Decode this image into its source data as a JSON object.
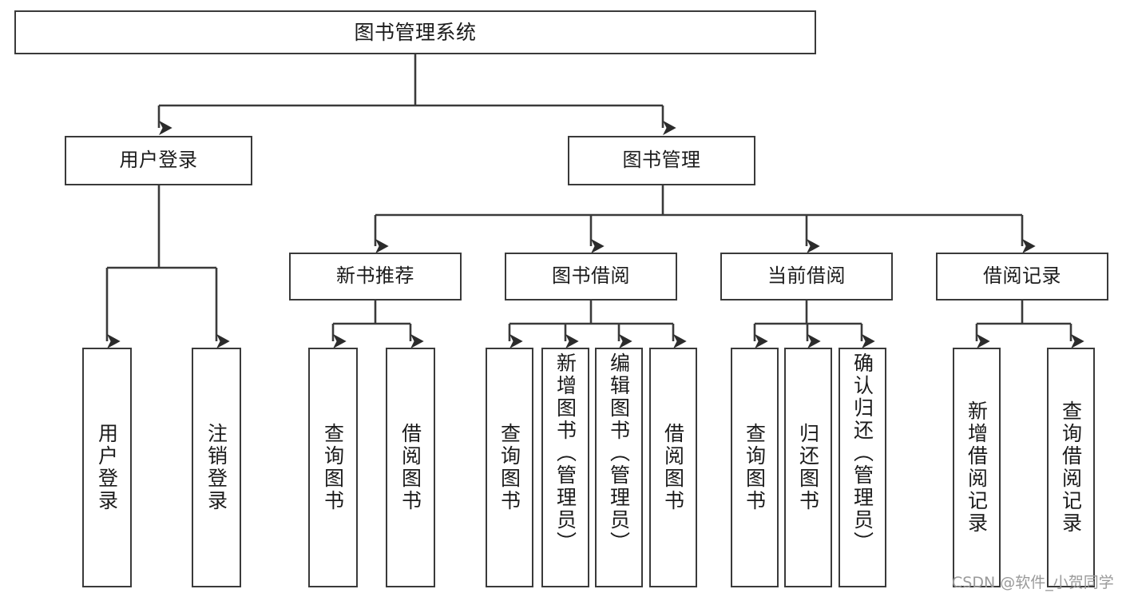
{
  "diagram": {
    "type": "tree-hierarchy-chart",
    "title": "图书管理系统",
    "line_color": "#3a3a3a",
    "box_fill": "#ffffff",
    "text_color": "#1b1b1b",
    "watermark": "CSDN @软件_小贺同学",
    "root": {
      "label": "图书管理系统"
    },
    "level2": [
      {
        "label": "用户登录"
      },
      {
        "label": "图书管理"
      }
    ],
    "level3": [
      {
        "label": "新书推荐"
      },
      {
        "label": "图书借阅"
      },
      {
        "label": "当前借阅"
      },
      {
        "label": "借阅记录"
      }
    ],
    "leaves": {
      "user_login": [
        {
          "label": "用户登录"
        },
        {
          "label": "注销登录"
        }
      ],
      "new_book_recommend": [
        {
          "label": "查询图书"
        },
        {
          "label": "借阅图书"
        }
      ],
      "book_borrow": [
        {
          "label": "查询图书"
        },
        {
          "label": "新增图书（管理员）"
        },
        {
          "label": "编辑图书（管理员）"
        },
        {
          "label": "借阅图书"
        }
      ],
      "current_borrow": [
        {
          "label": "查询图书"
        },
        {
          "label": "归还图书"
        },
        {
          "label": "确认归还（管理员）"
        }
      ],
      "borrow_record": [
        {
          "label": "新增借阅记录"
        },
        {
          "label": "查询借阅记录"
        }
      ]
    }
  }
}
